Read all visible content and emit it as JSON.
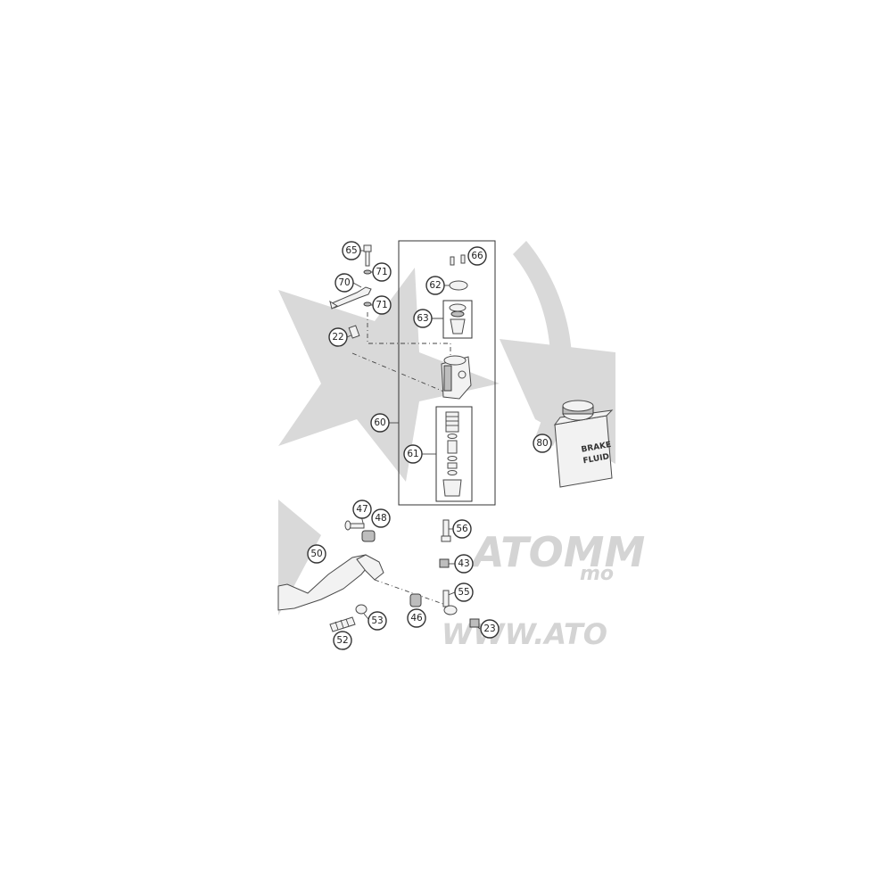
{
  "watermark": {
    "brand_text": "ATOMM",
    "sub_text": "mo",
    "url_text": "WWW.ATO"
  },
  "reservoir_label": {
    "line1": "BRAKE",
    "line2": "FLUID"
  },
  "callouts": [
    {
      "id": "c65",
      "label": "65"
    },
    {
      "id": "c71a",
      "label": "71"
    },
    {
      "id": "c70",
      "label": "70"
    },
    {
      "id": "c71b",
      "label": "71"
    },
    {
      "id": "c22",
      "label": "22"
    },
    {
      "id": "c66",
      "label": "66"
    },
    {
      "id": "c62",
      "label": "62"
    },
    {
      "id": "c63",
      "label": "63"
    },
    {
      "id": "c60",
      "label": "60"
    },
    {
      "id": "c61",
      "label": "61"
    },
    {
      "id": "c80",
      "label": "80"
    },
    {
      "id": "c47",
      "label": "47"
    },
    {
      "id": "c48",
      "label": "48"
    },
    {
      "id": "c56",
      "label": "56"
    },
    {
      "id": "c50",
      "label": "50"
    },
    {
      "id": "c43",
      "label": "43"
    },
    {
      "id": "c55",
      "label": "55"
    },
    {
      "id": "c53",
      "label": "53"
    },
    {
      "id": "c46",
      "label": "46"
    },
    {
      "id": "c23",
      "label": "23"
    },
    {
      "id": "c52",
      "label": "52"
    }
  ]
}
